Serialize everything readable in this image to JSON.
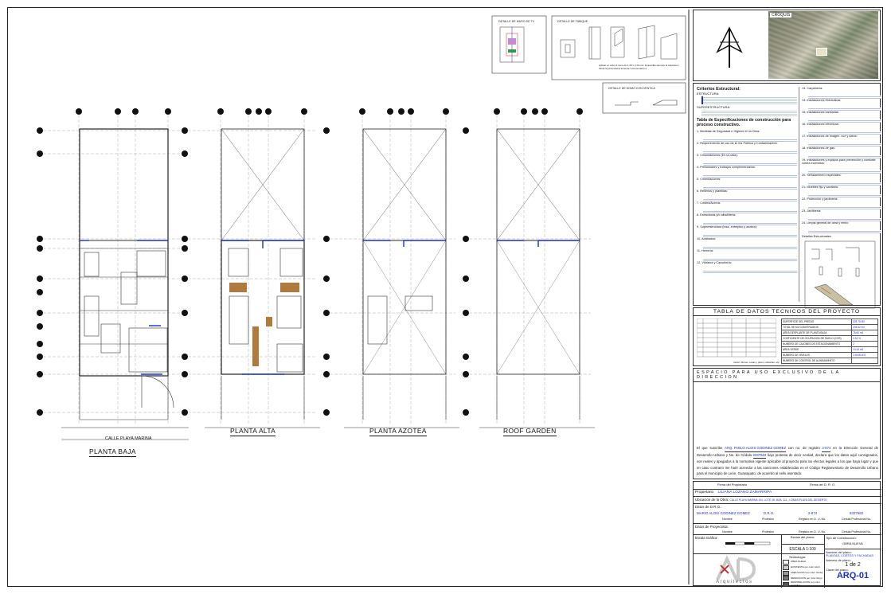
{
  "plans": {
    "baja": "PLANTA BAJA",
    "alta": "PLANTA ALTA",
    "azotea": "PLANTA AZOTEA",
    "roof": "ROOF GARDEN",
    "street": "CALLE PLAYA MARINA"
  },
  "details": {
    "muro_tv": "DETALLE DE MURO DE TV",
    "tabique": "DETALLE DE TABIQUE",
    "ventila": "DETALLE DE DOMO CON VENTILA",
    "tabique_note": "Aplicar en todo el muro de 1.20 x 2.10 mts. Emparrilla siempre la aplicacion hasta la junta lateral al borde incrementarlo a"
  },
  "croquis": "CROQUIS",
  "criteria": {
    "title": "Criterios Estructural:",
    "estructura": "ESTRUCTURA:",
    "superestructura": "SUPERESTRUCTURA:",
    "spec_title": "Tabla de Especificaciones de construcción para proceso constructivo.",
    "items_left": [
      "1. Medidas de Seguridad e Higiene en la Obra:",
      "2. Requerimiento de uso de la Vía Pública y Contaminantes:",
      "3. Cimentaciones (En la casa):",
      "4. Preliminares y trabajos complementarios:",
      "5. Cimentaciones:",
      "6. Rellenos y plantillas:",
      "7. Cimbra/Aceros:",
      "8. Estructuras y/o albañilería:",
      "9. Superestructura (losa, entrepiso y azotea):",
      "10. Acabados:",
      "11. Herrería:",
      "12. Vidriería y Cancelería:"
    ],
    "items_right": [
      "13. Carpintería:",
      "14. Instalaciones Hidráulicas:",
      "15. Instalaciones sanitarias:",
      "16. Instalaciones eléctricas:",
      "17. Instalaciones de imagen, voz y datos:",
      "18. Instalaciones de gas:",
      "19. Instalaciones y equipos para prevención y combate contra incendios:",
      "20. Señalamiento especiales:",
      "21. Muebles fijo y sanitario:",
      "22. Protección y jardinería:",
      "23. Jardinería:",
      "24. Limpia general de obra y retiro:"
    ],
    "detalles": "Detalles Estructurales"
  },
  "datos": {
    "title": "TABLA DE DATOS TECNICOS DEL PROYECTO",
    "right_rows": [
      {
        "label": "SUPERFICIE DEL PREDIO",
        "value": "225.75 M2"
      },
      {
        "label": "TOTAL DE M2 CONSTRUIDOS",
        "value": "204.52 m2"
      },
      {
        "label": "AREA DESPLANTE DE PLANTA BAJA",
        "value": "78.60 m2"
      },
      {
        "label": "COEFICIENTE DE OCUPACION DE SUELO (COS)",
        "value": "0.34 %"
      },
      {
        "label": "NUMERO DE CAJONES DE ESTACIONAMIENTO",
        "value": "2"
      },
      {
        "label": "AREA VERDE",
        "value": "13.44 m2"
      },
      {
        "label": "NUMERO DE NIVELES",
        "value": "3 NIVELES"
      },
      {
        "label": "NUMERO DE CONTROL DE ALINEAMIENTO",
        "value": ""
      }
    ],
    "foot": "Incluir: Muros, Losas y pisos, cubiertas, etc."
  },
  "direccion": {
    "title": "ESPACIO PARA USO EXCLUSIVO DE LA DIRECCION",
    "decl_name": "ARQ. PABLO ALOIS GODINEZ GOMEZ",
    "decl_reg": "2-874",
    "decl_cedula": "8337683",
    "decl_text": "El que suscribe ____ con no. de registro ____ en la Dirección General de Desarrollo Urbano y No. de Cédula ____ bajo protesta de decir verdad, declara que los datos aquí consignados, son reales y apegados a la normativa vigente aplicable al proyecto para los efectos legales a los que haya lugar y que en caso contrario me haré acreedor a las sanciones establecidas en el Código Reglamentario de Desarrollo Urbano para el municipio de León, Guanajuato, de acuerdo al sello asentado.",
    "firma_prop": "Firma del Propietario",
    "firma_dro": "Firma del D. R. O."
  },
  "block": {
    "propietario_lbl": "Propietario",
    "propietario": "LILIANA LOZANO ZAMARRIPA",
    "ubicacion_lbl": "Ubicación de la Obra:",
    "ubicacion": "CALLE PLAYA MARINA 104, LOTE 38, MZA. 111 - LOMAS PLAYA DEL DESIERTO",
    "dro_lbl": "Datos de D.R.O.:",
    "dro_name": "MARIO ALOIS GODINEZ GOMEZ",
    "dro_prof": "D.R.O.",
    "dro_reg": "2-874",
    "dro_ced": "8337683",
    "h_nombre": "Nombre",
    "h_prof": "Profesión",
    "h_reg": "Registro en D. U. No.",
    "h_ced": "Cédula Profesional No.",
    "proyect_lbl": "Datos de Proyectista:",
    "escala_graf": "Escala Gráfica:",
    "escala_plano": "Escala del plano:",
    "escala": "ESCALA 1:100",
    "simbologia": "Simbología:",
    "sim": [
      "OBRA NUEVA",
      "EXISTENTE (en color Azul)",
      "AMPLIACION (en color Verde)",
      "DEMOLICION (en color Rojo)",
      "REMODELACION (en color Amarillo)"
    ],
    "tipo_lbl": "Tipo de Construcción:",
    "tipo": "OBRA NUEVA",
    "nombre_plano_lbl": "Nombre del plano:",
    "nombre_plano": "PLANTAS, CORTES Y FACHADAS",
    "numero_lbl": "Número de plano:",
    "numero": "1 de 2",
    "clave_lbl": "Clave del plano:",
    "clave": "ARQ-01",
    "logo_text": "Arquitectos"
  },
  "colors": {
    "blue": "#1a2fd0",
    "brown": "#b07a3c",
    "red": "#c22"
  }
}
